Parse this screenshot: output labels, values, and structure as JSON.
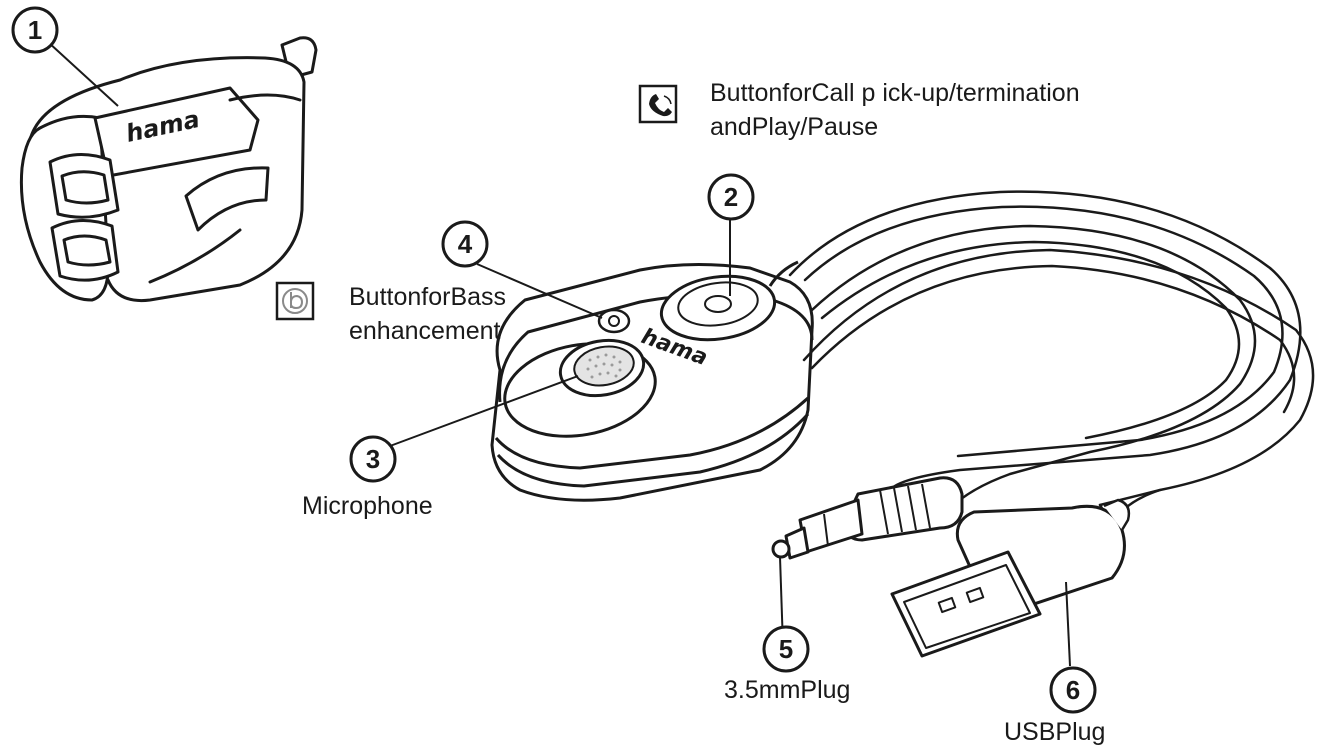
{
  "brand": "hama",
  "callouts": [
    {
      "id": "1",
      "number": "1"
    },
    {
      "id": "2",
      "number": "2"
    },
    {
      "id": "3",
      "number": "3"
    },
    {
      "id": "4",
      "number": "4"
    },
    {
      "id": "5",
      "number": "5"
    },
    {
      "id": "6",
      "number": "6"
    }
  ],
  "labels": {
    "call_button_line1": "ButtonforCall p ick-up/termination",
    "call_button_line2": "andPlay/Pause",
    "bass_button_line1": "ButtonforBass",
    "bass_button_line2": "enhancement",
    "microphone": "Microphone",
    "plug_35mm": "3.5mmPlug",
    "usb_plug": "USBPlug"
  },
  "icons": {
    "call": "phone-handset-icon",
    "bass": "bass-b-icon"
  },
  "colors": {
    "line": "#1a1a1a",
    "background": "#ffffff"
  }
}
